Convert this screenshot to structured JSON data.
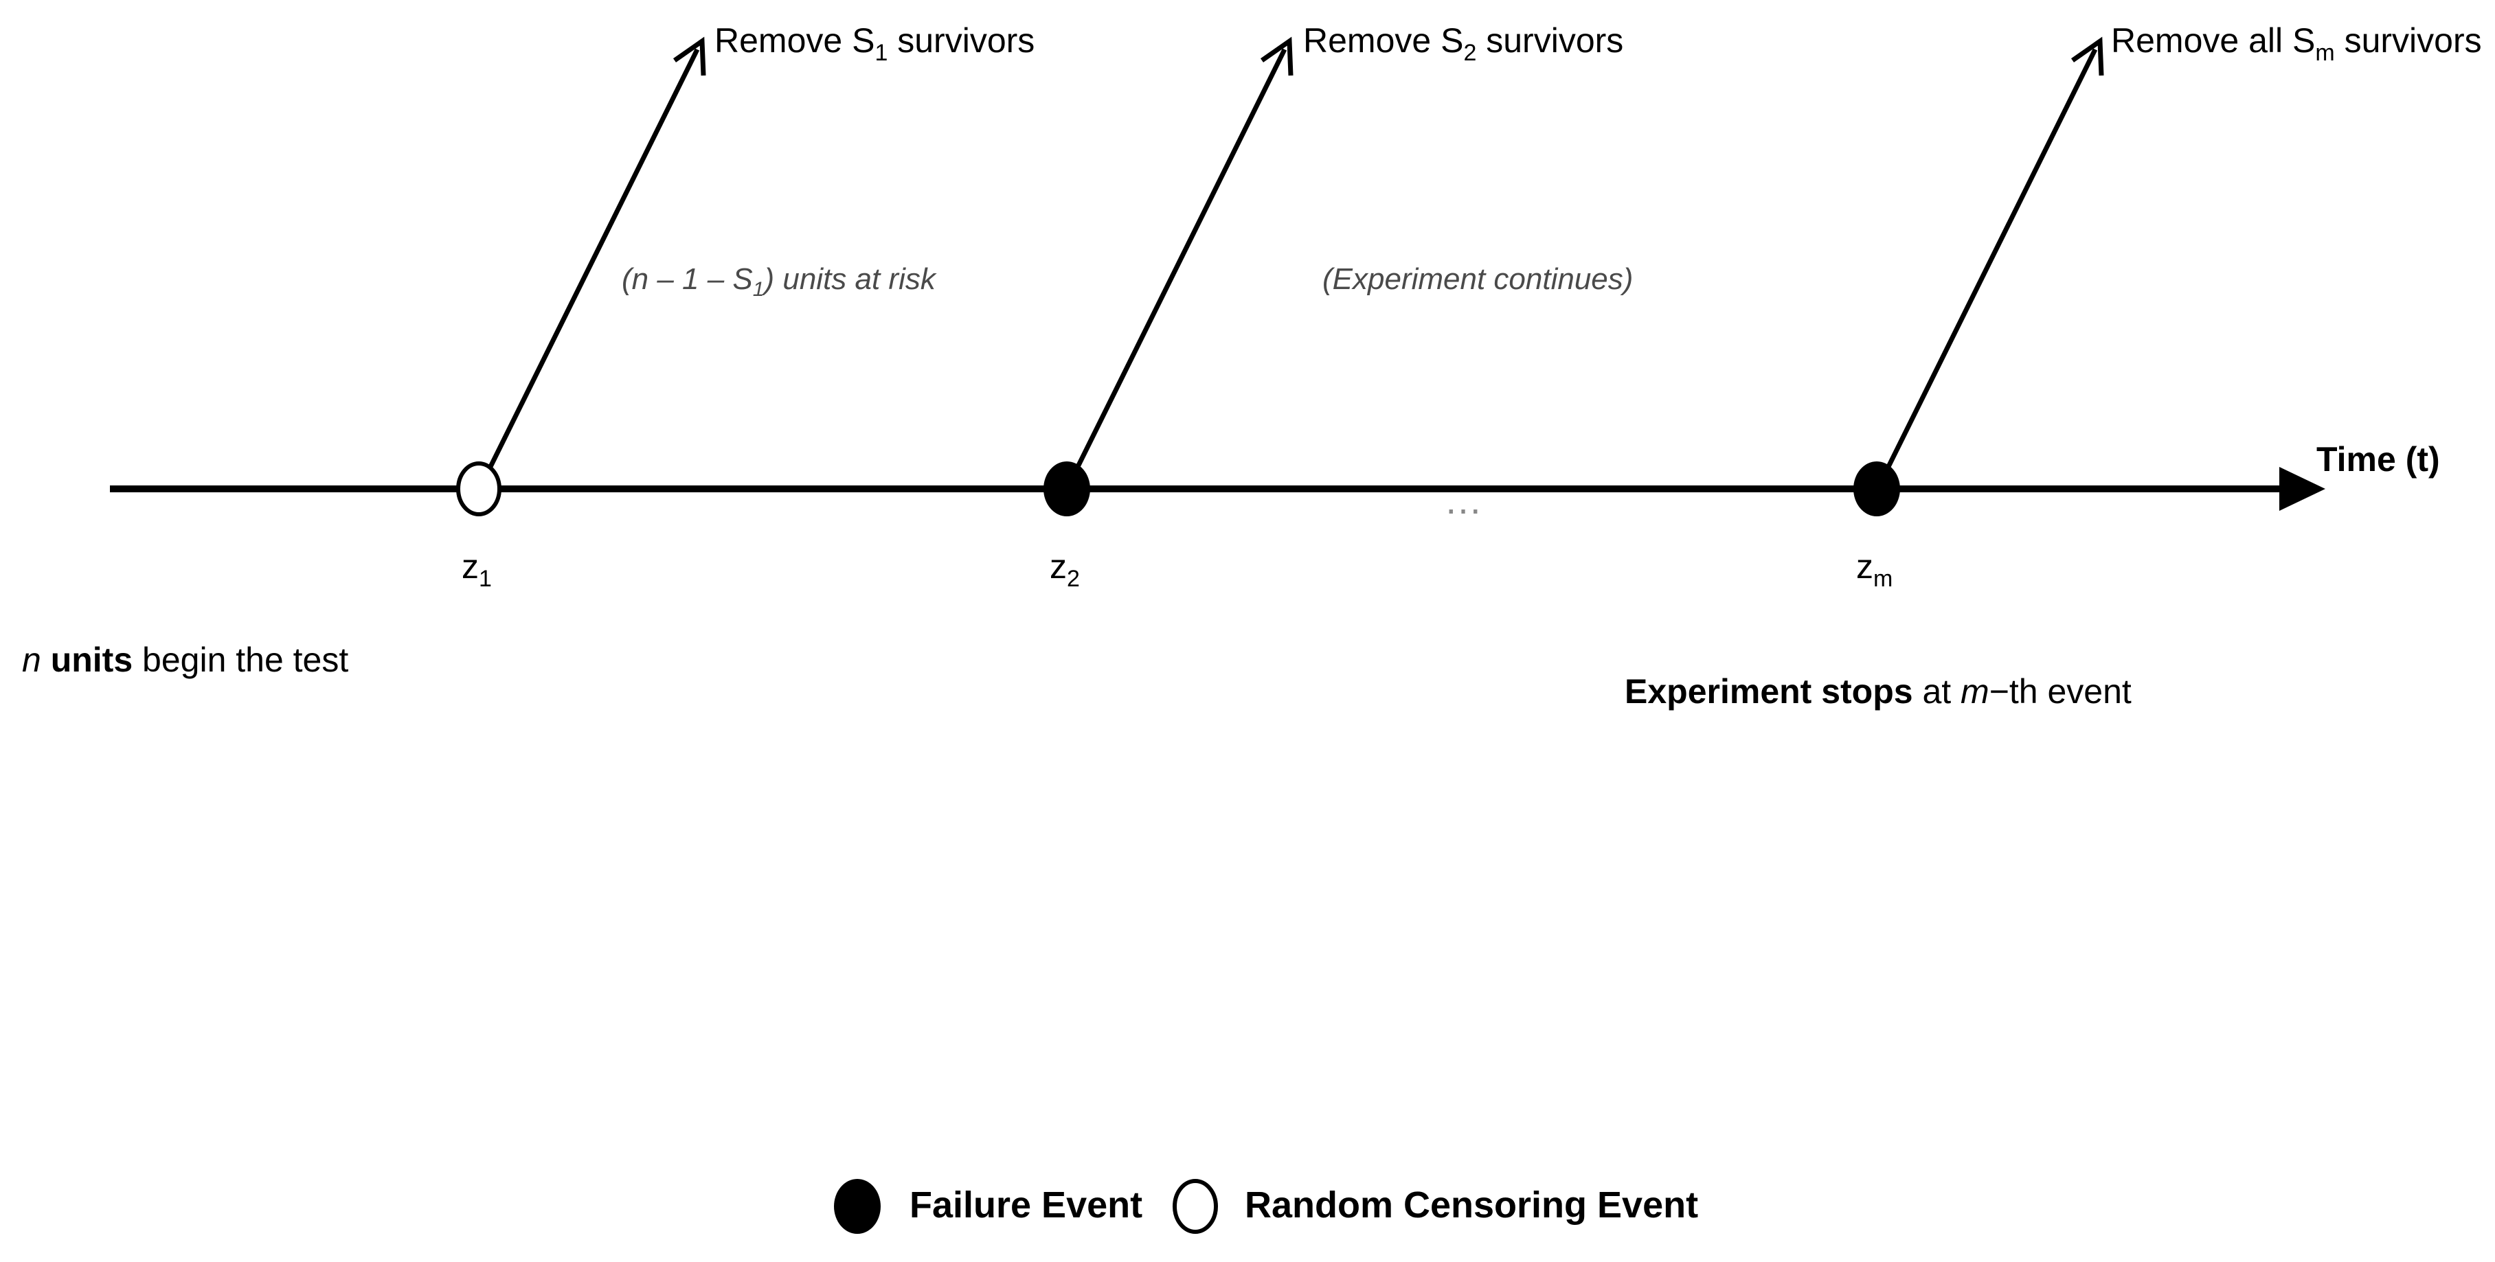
{
  "timeline": {
    "axis_label": "Time (t)",
    "ellipsis": "…"
  },
  "events": [
    {
      "id": "z1",
      "label_main": "z",
      "label_sub": "1",
      "type": "censoring"
    },
    {
      "id": "z2",
      "label_main": "z",
      "label_sub": "2",
      "type": "failure"
    },
    {
      "id": "zm",
      "label_main": "z",
      "label_sub": "m",
      "type": "failure"
    }
  ],
  "removals": [
    {
      "prefix": "Remove S",
      "sub": "1",
      "suffix": " survivors"
    },
    {
      "prefix": "Remove S",
      "sub": "2",
      "suffix": " survivors"
    },
    {
      "prefix": "Remove all S",
      "sub": "m",
      "suffix": " survivors"
    }
  ],
  "notes": {
    "at_risk": {
      "pre": "(n – 1 – S",
      "sub": "1",
      "post": ") units at risk"
    },
    "continues": "(Experiment continues)"
  },
  "start_text": {
    "var": "n",
    "bold": " units",
    "rest": " begin the test"
  },
  "stop_text": {
    "bold": "Experiment stops",
    "pre": " at ",
    "var": "m",
    "rest": "−th event"
  },
  "legend": {
    "failure": "Failure Event",
    "censoring": "Random Censoring Event"
  },
  "colors": {
    "ink": "#000000",
    "note_text": "#4a4a4a",
    "background": "#ffffff"
  }
}
